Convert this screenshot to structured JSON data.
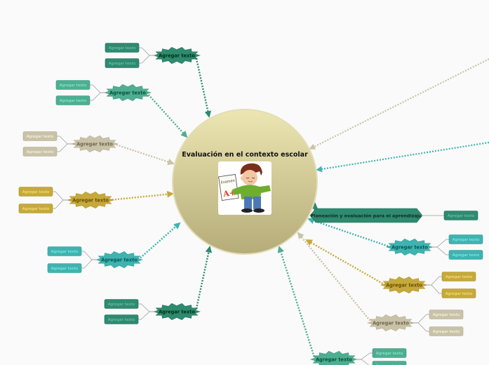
{
  "central": {
    "title": "Evaluación en el contexto escolar",
    "image_sign": "Examen",
    "image_grade": "A+"
  },
  "colors": {
    "teal_dark": "#2f8a6f",
    "teal_mid": "#4fae92",
    "teal_light": "#40b3b0",
    "beige": "#c9c2a8",
    "gold": "#c6a93c",
    "center_top": "#ece6b2",
    "center_bottom": "#b5ac79"
  },
  "nodes": [
    {
      "id": "n1",
      "label": "Agregar texto",
      "theme": "teal_dark",
      "leaves": [
        "Agregar texto",
        "Agregar texto"
      ]
    },
    {
      "id": "n2",
      "label": "Agregar texto",
      "theme": "teal_mid",
      "leaves": [
        "Agregar texto",
        "Agregar texto"
      ]
    },
    {
      "id": "n3",
      "label": "Agregar texto",
      "theme": "beige",
      "leaves": [
        "Agregar texto",
        "Agregar texto"
      ]
    },
    {
      "id": "n4",
      "label": "Agregar texto",
      "theme": "gold",
      "leaves": [
        "Agregar texto",
        "Agregar texto"
      ]
    },
    {
      "id": "n5",
      "label": "Agregar texto",
      "theme": "teal_light",
      "leaves": [
        "Agregar texto",
        "Agregar texto"
      ]
    },
    {
      "id": "n6",
      "label": "Agregar texto",
      "theme": "teal_dark",
      "leaves": [
        "Agregar texto",
        "Agregar texto"
      ]
    },
    {
      "id": "n7",
      "label": "Planeación y evaluación para el aprendizaje",
      "theme": "teal_dark",
      "leaves": [
        "Agregar texto"
      ]
    },
    {
      "id": "n8",
      "label": "Agregar texto",
      "theme": "teal_light",
      "leaves": [
        "Agregar texto",
        "Agregar texto"
      ]
    },
    {
      "id": "n9",
      "label": "Agregar texto",
      "theme": "gold",
      "leaves": [
        "Agregar texto",
        "Agregar texto"
      ]
    },
    {
      "id": "n10",
      "label": "Agregar texto",
      "theme": "beige",
      "leaves": [
        "Agregar texto",
        "Agregar texto"
      ]
    },
    {
      "id": "n11",
      "label": "Agregar texto",
      "theme": "teal_mid",
      "leaves": [
        "Agregar texto",
        "Agregar texto"
      ]
    }
  ]
}
